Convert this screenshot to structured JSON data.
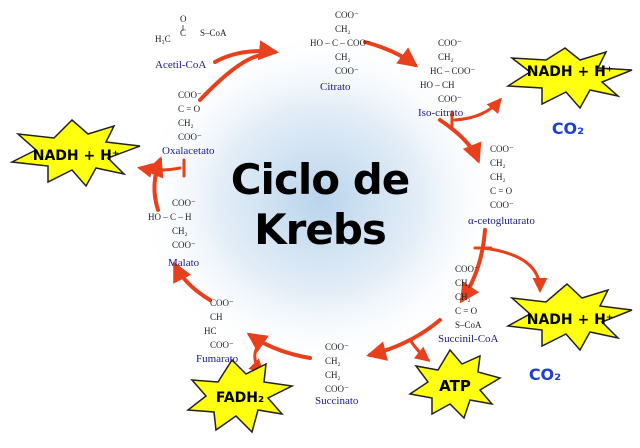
{
  "title": {
    "line1": "Ciclo de",
    "line2": "Krebs"
  },
  "metabolites": {
    "acetil_coa": "Acetil-CoA",
    "citrato": "Citrato",
    "iso_citrato": "Iso-citrato",
    "alfa_ceto": "α-cetoglutarato",
    "succinil_coa": "Succinil-CoA",
    "succinato": "Succinato",
    "fumarato": "Fumarato",
    "malato": "Malato",
    "oxalacetato": "Oxalacetato"
  },
  "formulas": {
    "acetil_coa": [
      "H₃C",
      "C",
      "S–CoA",
      "O"
    ],
    "citrato": [
      "COO⁻",
      "CH₂",
      "HO – C – COO⁻",
      "CH₂",
      "COO⁻"
    ],
    "iso_citrato": [
      "COO⁻",
      "CH₂",
      "HC – COO⁻",
      "HO – CH",
      "COO⁻"
    ],
    "alfa_ceto": [
      "COO⁻",
      "CH₂",
      "CH₂",
      "C = O",
      "COO⁻"
    ],
    "succinil_coa": [
      "COO⁻",
      "CH₂",
      "CH₂",
      "C = O",
      "S–CoA"
    ],
    "succinato": [
      "COO⁻",
      "CH₂",
      "CH₂",
      "COO⁻"
    ],
    "fumarato": [
      "COO⁻",
      "CH",
      "HC",
      "COO⁻"
    ],
    "malato": [
      "COO⁻",
      "HO – C – H",
      "CH₂",
      "COO⁻"
    ],
    "oxalacetato": [
      "COO⁻",
      "C = O",
      "CH₂",
      "COO⁻"
    ]
  },
  "products": {
    "nadh_1": "NADH + H⁺",
    "nadh_2": "NADH + H⁺",
    "nadh_3": "NADH + H⁺",
    "fadh2": "FADH₂",
    "atp": "ATP",
    "co2_1": "CO₂",
    "co2_2": "CO₂"
  },
  "colors": {
    "arrow": "#e8401c",
    "burst_fill": "#ffff10",
    "burst_stroke": "#222222",
    "co2": "#1e3fd0",
    "label": "#1a1a8c",
    "glow": "#b8d4ec"
  }
}
